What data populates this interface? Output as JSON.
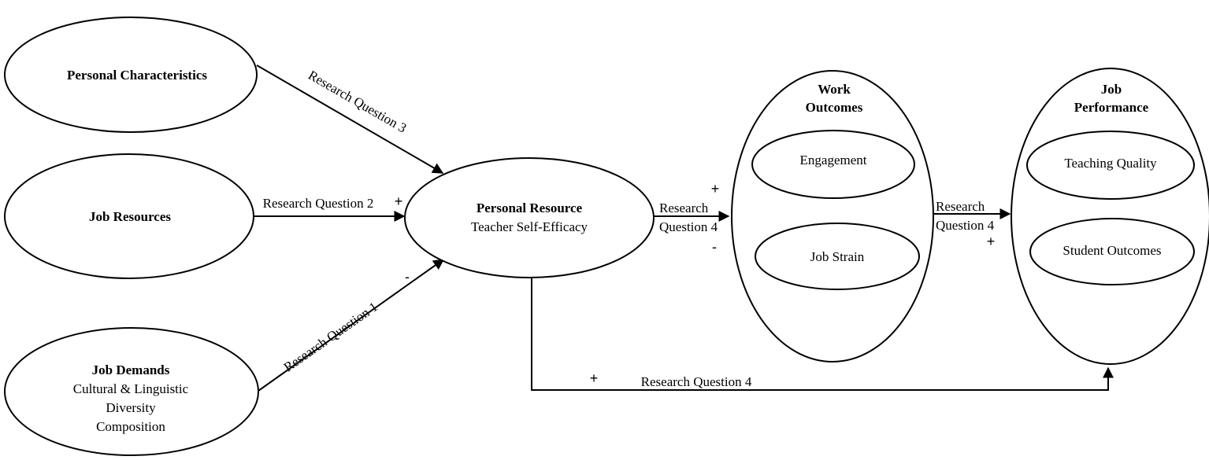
{
  "nodes": {
    "personal_characteristics": {
      "title": "Personal Characteristics"
    },
    "job_resources": {
      "title": "Job Resources"
    },
    "job_demands": {
      "title": "Job Demands",
      "subtitle_lines": [
        "Cultural & Linguistic",
        "Diversity",
        "Composition"
      ]
    },
    "personal_resource": {
      "title": "Personal Resource",
      "subtitle": "Teacher Self-Efficacy"
    },
    "work_outcomes": {
      "title_lines": [
        "Work",
        "Outcomes"
      ],
      "items": [
        "Engagement",
        "Job Strain"
      ]
    },
    "job_performance": {
      "title_lines": [
        "Job",
        "Performance"
      ],
      "items": [
        "Teaching Quality",
        "Student Outcomes"
      ]
    }
  },
  "edges": {
    "rq3": {
      "label": "Research Question 3"
    },
    "rq2": {
      "label": "Research Question 2",
      "sign": "+"
    },
    "rq1": {
      "label": "Research Question 1",
      "sign": "-"
    },
    "rq4_personal_to_work": {
      "label_lines": [
        "Research",
        "Question 4"
      ],
      "sign_top": "+",
      "sign_bottom": "-"
    },
    "rq4_work_to_performance": {
      "label_lines": [
        "Research",
        "Question 4"
      ],
      "sign": "+"
    },
    "rq4_direct": {
      "label": "Research Question 4",
      "sign": "+"
    }
  }
}
